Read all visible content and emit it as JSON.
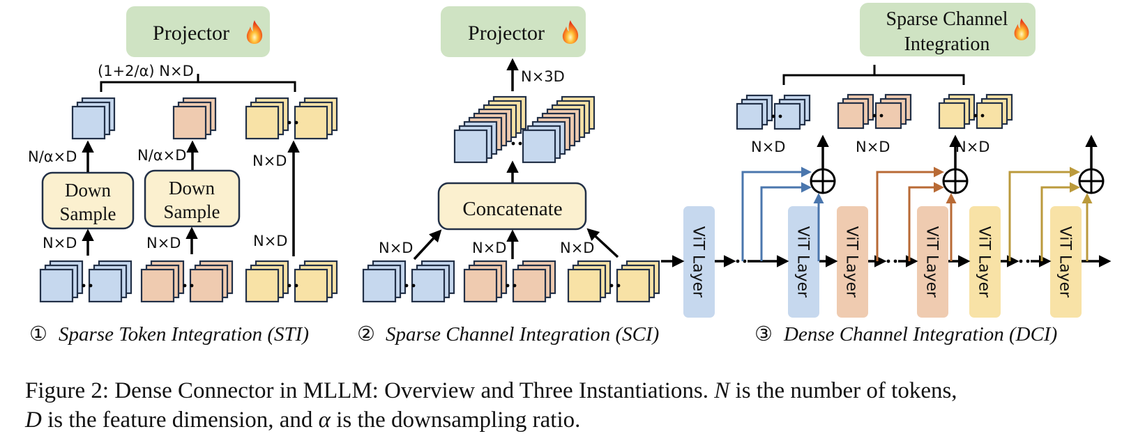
{
  "colors": {
    "blue_fill": "#c6d8ee",
    "blue_line": "#4a76ad",
    "peach_fill": "#efcbb0",
    "peach_line": "#b86a35",
    "yellow_fill": "#f8e2a6",
    "yellow_line": "#bb9a3c",
    "box_fill": "#fbf0cf",
    "projector_fill": "#cfe3c3",
    "stroke_dark": "#223047"
  },
  "panels": {
    "sti": {
      "projector_label": "Projector",
      "projector_icon": "fire-icon",
      "total_dim_label": "(1+2/α) N×D",
      "branch_out_labels": [
        "N/α×D",
        "N/α×D",
        "N×D"
      ],
      "branch_in_labels": [
        "N×D",
        "N×D",
        "N×D"
      ],
      "downsample_label_line1": "Down",
      "downsample_label_line2": "Sample",
      "title_number": "①",
      "title": "Sparse Token Integration (STI)"
    },
    "sci": {
      "projector_label": "Projector",
      "projector_icon": "fire-icon",
      "output_dim_label": "N×3D",
      "concat_label": "Concatenate",
      "input_labels": [
        "N×D",
        "N×D",
        "N×D"
      ],
      "title_number": "②",
      "title": "Sparse Channel Integration (SCI)"
    },
    "dci": {
      "integration_label_line1": "Sparse Channel",
      "integration_label_line2": "Integration",
      "integration_icon": "fire-icon",
      "group_dim_labels": [
        "N×D",
        "N×D",
        "N×D"
      ],
      "vit_layer_label": "ViT Layer",
      "title_number": "③",
      "title": "Dense Channel Integration (DCI)"
    }
  },
  "caption": {
    "line1_prefix": "Figure 2: Dense Connector in MLLM: Overview and Three Instantiations. ",
    "line1_var": "N",
    "line1_suffix": " is the number of tokens,",
    "line2_var1": "D",
    "line2_mid": " is the feature dimension, and ",
    "line2_var2": "α",
    "line2_suffix": " is the downsampling ratio."
  }
}
